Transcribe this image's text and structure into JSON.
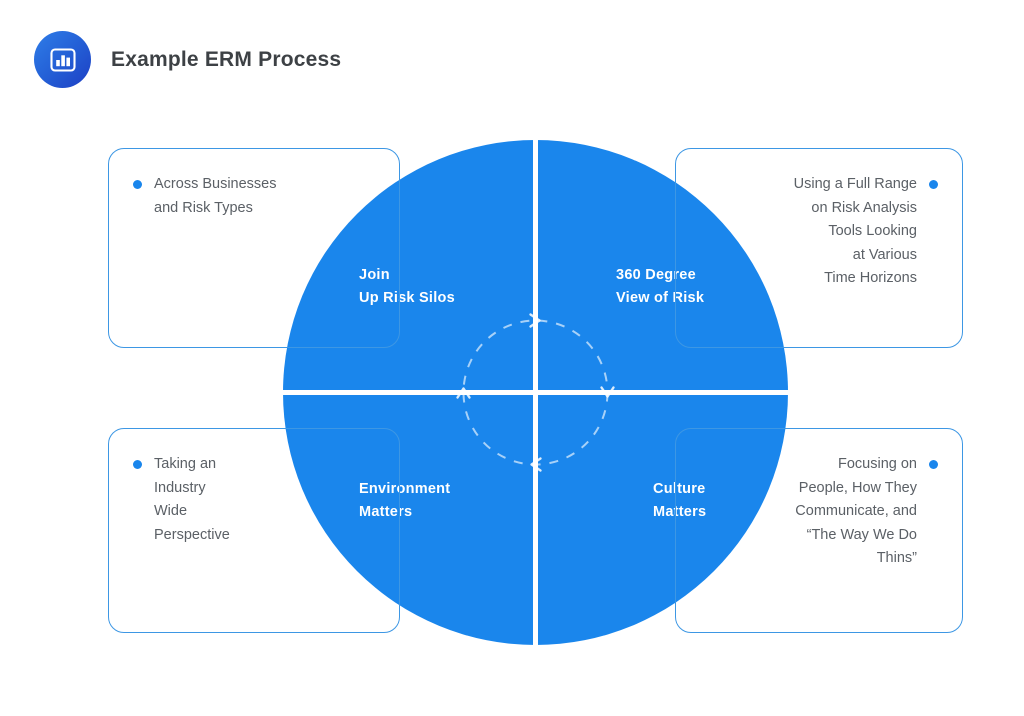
{
  "header": {
    "title": "Example ERM Process",
    "icon": "bar-chart-icon",
    "icon_gradient_from": "#2f7de8",
    "icon_gradient_to": "#1d3fc4"
  },
  "colors": {
    "wheel_blue": "#1a86ec",
    "bullet_blue": "#1a86ec",
    "box_border": "#3d97e4",
    "body_text": "#5b6066",
    "title_text": "#3d4145",
    "divider_white": "#ffffff"
  },
  "wheel": {
    "quadrants": [
      {
        "position": "top-left",
        "label": "Join\nUp Risk Silos"
      },
      {
        "position": "top-right",
        "label": "360 Degree\nView of Risk"
      },
      {
        "position": "bottom-left",
        "label": "Environment\nMatters"
      },
      {
        "position": "bottom-right",
        "label": "Culture\nMatters"
      }
    ],
    "inner_dashed_circle": {
      "style": "dashed",
      "color": "#ffffff",
      "direction": "clockwise",
      "arrow_count": 4,
      "arrow_positions": [
        "top",
        "right",
        "bottom",
        "left"
      ]
    }
  },
  "callouts": [
    {
      "position": "top-left",
      "align": "left",
      "bullet": true,
      "text": "Across Businesses\nand Risk Types"
    },
    {
      "position": "top-right",
      "align": "right",
      "bullet": true,
      "text": "Using a Full Range\non Risk Analysis\nTools Looking\nat Various\nTime Horizons"
    },
    {
      "position": "bottom-left",
      "align": "left",
      "bullet": true,
      "text": "Taking an\nIndustry\nWide\nPerspective"
    },
    {
      "position": "bottom-right",
      "align": "right",
      "bullet": true,
      "text": "Focusing on\nPeople, How They\nCommunicate, and\n“The Way We Do\nThins”"
    }
  ]
}
